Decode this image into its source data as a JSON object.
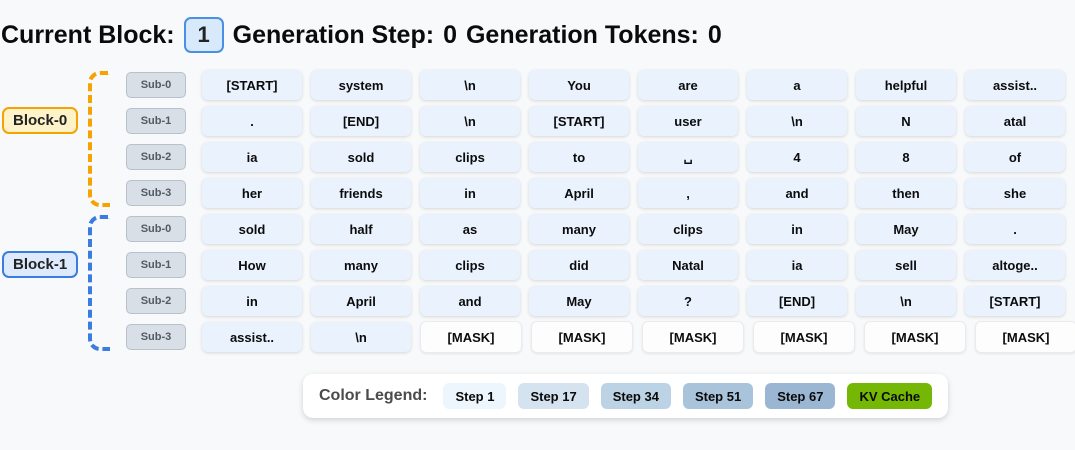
{
  "header": {
    "current_block_label": "Current Block:",
    "current_block_value": "1",
    "generation_step_label": "Generation Step:",
    "generation_step_value": "0",
    "generation_tokens_label": "Generation Tokens:",
    "generation_tokens_value": "0"
  },
  "blocks": [
    {
      "label": "Block-0",
      "rows": [
        {
          "sub": "Sub-0",
          "tokens": [
            "[START]",
            "system",
            "\\n",
            "You",
            "are",
            "a",
            "helpful",
            "assist.."
          ]
        },
        {
          "sub": "Sub-1",
          "tokens": [
            ".",
            "[END]",
            "\\n",
            "[START]",
            "user",
            "\\n",
            "N",
            "atal"
          ]
        },
        {
          "sub": "Sub-2",
          "tokens": [
            "ia",
            "sold",
            "clips",
            "to",
            "␣",
            "4",
            "8",
            "of"
          ]
        },
        {
          "sub": "Sub-3",
          "tokens": [
            "her",
            "friends",
            "in",
            "April",
            ",",
            "and",
            "then",
            "she"
          ]
        }
      ]
    },
    {
      "label": "Block-1",
      "rows": [
        {
          "sub": "Sub-0",
          "tokens": [
            "sold",
            "half",
            "as",
            "many",
            "clips",
            "in",
            "May",
            "."
          ]
        },
        {
          "sub": "Sub-1",
          "tokens": [
            "How",
            "many",
            "clips",
            "did",
            "Natal",
            "ia",
            "sell",
            "altoge.."
          ]
        },
        {
          "sub": "Sub-2",
          "tokens": [
            "in",
            "April",
            "and",
            "May",
            "?",
            "[END]",
            "\\n",
            "[START]"
          ]
        },
        {
          "sub": "Sub-3",
          "tokens": [
            "assist..",
            "\\n",
            "[MASK]",
            "[MASK]",
            "[MASK]",
            "[MASK]",
            "[MASK]",
            "[MASK]"
          ]
        }
      ]
    }
  ],
  "legend": {
    "label": "Color Legend:",
    "items": [
      {
        "label": "Step 1",
        "color": "#eef6fd"
      },
      {
        "label": "Step 17",
        "color": "#d5e3f0"
      },
      {
        "label": "Step 34",
        "color": "#bcd2e5"
      },
      {
        "label": "Step 51",
        "color": "#a9c3db"
      },
      {
        "label": "Step 67",
        "color": "#9ab6d2"
      },
      {
        "label": "KV Cache",
        "color": "#74b805"
      }
    ]
  },
  "colors": {
    "page_bg": "#f8f9fa",
    "token_fill": "#e9f2fd",
    "mask_fill": "#fdfdfe",
    "current_block_fill": "#d8e9fb",
    "current_block_border": "#4a90e2",
    "block0_accent": "#f5a302",
    "block0_fill": "#fdf2c8",
    "block1_accent": "#3b7ce0",
    "block1_fill": "#ddeafc"
  }
}
